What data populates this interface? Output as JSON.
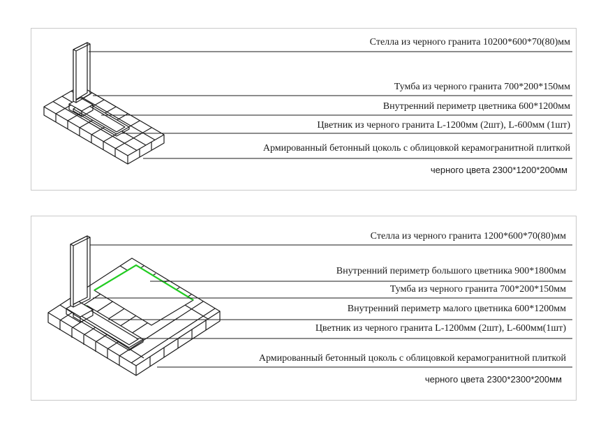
{
  "colors": {
    "line": "#1a1a1a",
    "highlight": "#22cc22",
    "panel_border": "#c9c9c9"
  },
  "diagrams": [
    {
      "labels": [
        "Стелла из черного гранита 10200*600*70(80)мм",
        "Тумба из черного гранита 700*200*150мм",
        "Внутренний периметр цветника 600*1200мм",
        "Цветник из черного гранита L-1200мм (2шт), L-600мм (1шт)",
        "Армированный бетонный цоколь с облицовкой керамогранитной плиткой",
        "черного цвета 2300*1200*200мм"
      ]
    },
    {
      "labels": [
        "Стелла из черного гранита 1200*600*70(80)мм",
        "Внутренний периметр большого цветника 900*1800мм",
        "Тумба из черного гранита 700*200*150мм",
        "Внутренний периметр малого цветника 600*1200мм",
        "Цветник из черного гранита L-1200мм (2шт), L-600мм(1шт)",
        "Армированный бетонный цоколь с облицовкой керамогранитной плиткой",
        "черного цвета 2300*2300*200мм"
      ]
    }
  ]
}
